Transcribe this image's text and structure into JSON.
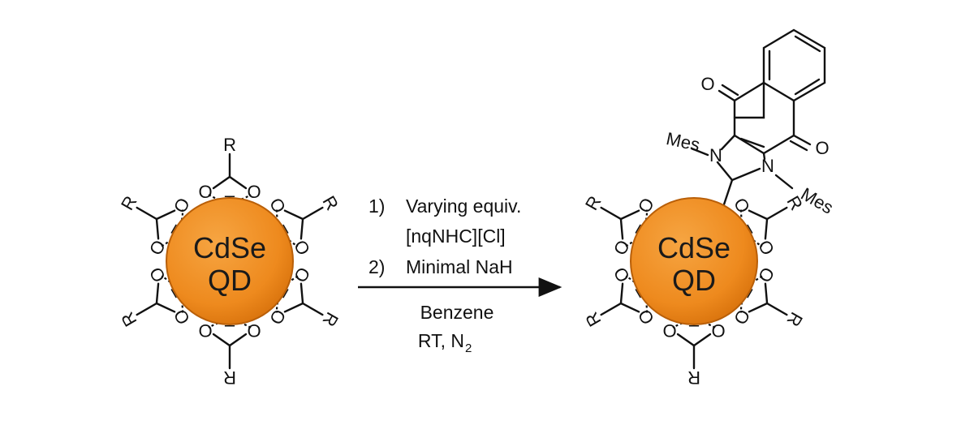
{
  "quantum_dot": {
    "line1": "CdSe",
    "line2": "QD",
    "fill": "#ee8a1e",
    "edge": "#b95f08"
  },
  "ligand": {
    "substituent": "R",
    "oxygen": "O",
    "charge": "–"
  },
  "conditions": {
    "step1_num": "1)",
    "step1_text": "Varying equiv.",
    "step1_reagent": "[nqNHC][Cl]",
    "step2_num": "2)",
    "step2_text": "Minimal NaH",
    "solvent": "Benzene",
    "temp": "RT, N",
    "atmosphere_sub": "2"
  },
  "nhc": {
    "mes": "Mes",
    "nitrogen": "N",
    "oxygen": "O"
  }
}
